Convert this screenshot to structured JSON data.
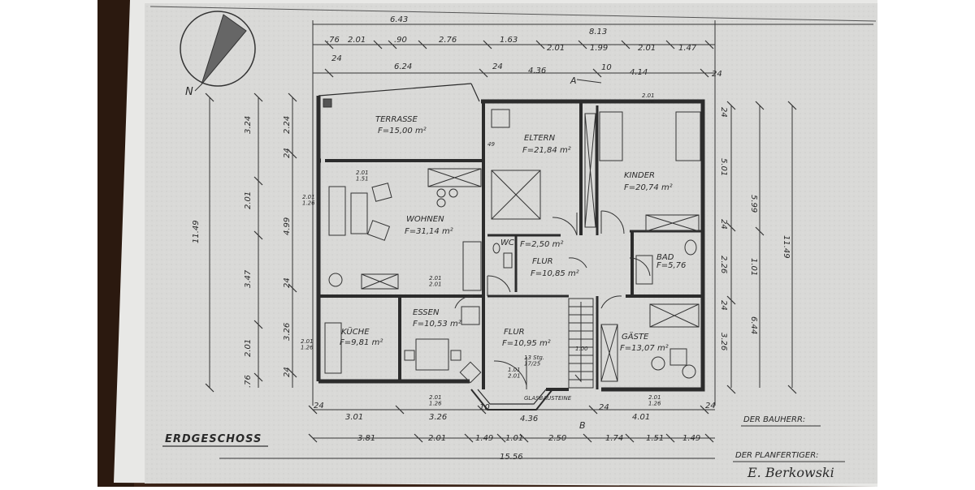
{
  "plan": {
    "title": "ERDGESCHOSS",
    "north": "N",
    "bauherr": "DER BAUHERR:",
    "planfertiger": "DER PLANFERTIGER:",
    "signature": "E. Berkowski"
  },
  "rooms": [
    {
      "key": "terrasse",
      "name": "TERRASSE",
      "area": "F=15,00 m²"
    },
    {
      "key": "eltern",
      "name": "ELTERN",
      "area": "F=21,84 m²"
    },
    {
      "key": "kinder",
      "name": "KINDER",
      "area": "F=20,74 m²"
    },
    {
      "key": "wohnen",
      "name": "WOHNEN",
      "area": "F=31,14 m²"
    },
    {
      "key": "wc",
      "name": "WC",
      "area": "F=2,50 m²"
    },
    {
      "key": "flur_oben",
      "name": "FLUR",
      "area": "F=10,85 m²"
    },
    {
      "key": "bad",
      "name": "BAD",
      "area": "F=5,76"
    },
    {
      "key": "essen",
      "name": "ESSEN",
      "area": "F=10,53 m²"
    },
    {
      "key": "kueche",
      "name": "KÜCHE",
      "area": "F=9,81 m²"
    },
    {
      "key": "flur_unten",
      "name": "FLUR",
      "area": "F=10,95 m²"
    },
    {
      "key": "gaeste",
      "name": "GÄSTE",
      "area": "F=13,07 m²"
    }
  ],
  "dims": {
    "top": {
      "d643": "6.43",
      "d813": "8.13",
      "t1": ".76",
      "t2": "2.01",
      "t3": ".90",
      "t4": "2.76",
      "t5": "1.63",
      "t6": "2.01",
      "t7": "1.99",
      "t8": "2.01",
      "t9": "1.47",
      "s24a": "24",
      "d624": "6.24",
      "s24b": "24",
      "d436": "4.36",
      "s10": "10",
      "d414": "4.14",
      "s24c": "24"
    },
    "bottom": {
      "s24a": "24",
      "d301": "3.01",
      "d326": "3.26",
      "s10": "10",
      "d436": "4.36",
      "s24b": "24",
      "d401": "4.01",
      "s24c": "24",
      "b381": "3.81",
      "b201": "2.01",
      "b149a": "1.49",
      "b101": "1.01",
      "b250": "2.50",
      "b174": "1.74",
      "b151": "1.51",
      "b149b": "1.49",
      "total": "15.56"
    },
    "left": {
      "total": "11.49",
      "o324": "3.24",
      "o201a": "2.01",
      "o347": "3.47",
      "o201b": "2.01",
      "o076": ".76",
      "i224": "2.24",
      "i24a": "24",
      "i499": "4.99",
      "i24b": "24",
      "i326": "3.26",
      "i24c": "24"
    },
    "right": {
      "total": "11.49",
      "r599": "5.99",
      "r501": "5.01",
      "r644": "6.44",
      "r226": "2.26",
      "r326": "3.26",
      "r24a": "24",
      "r24b": "24",
      "r24c": "24",
      "r101": "1.01"
    },
    "openings": {
      "o1": "2.01\n1.26",
      "o2": "2.01\n1.51",
      "o3": "2.01\n1.26",
      "o4": "2.01\n2.01",
      "o5": "2.01\n1.26",
      "o6": "2.01\n1.26",
      "o7": "1.01\n2.01",
      "o8": "2.01\n1.26"
    },
    "misc": {
      "stair": "13 Stg.\n17/25",
      "glass": "GLASBAUSTEINE",
      "markA": "A",
      "markB": "B",
      "m100": "1.00",
      "m49": "49"
    }
  }
}
